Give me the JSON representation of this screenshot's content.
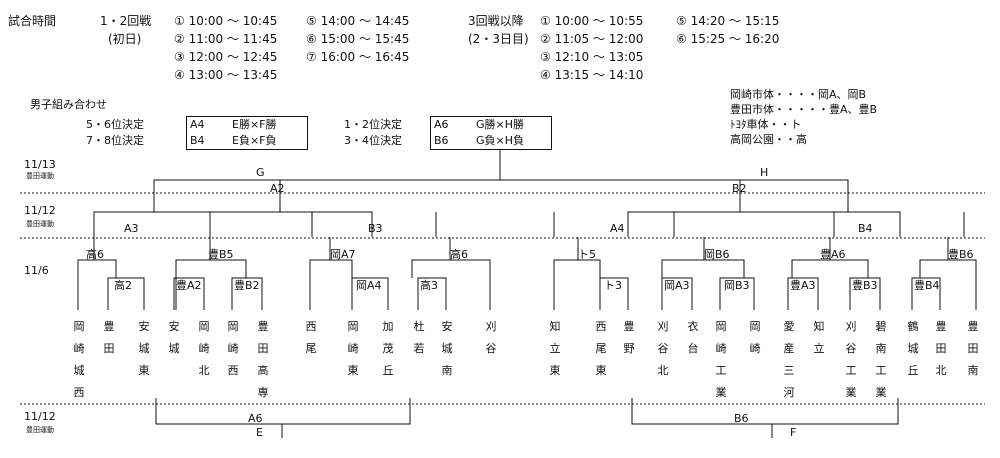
{
  "schedule": {
    "label": "試合時間",
    "r12_label": "1・2回戦",
    "r12_sub": "(初日)",
    "r12_times": [
      "① 10:00 ～ 10:45",
      "② 11:00 ～ 11:45",
      "③ 12:00 ～ 12:45",
      "④ 13:00 ～ 13:45",
      "⑤ 14:00 ～ 14:45",
      "⑥ 15:00 ～ 15:45",
      "⑦ 16:00 ～ 16:45"
    ],
    "r3_label": "3回戦以降",
    "r3_sub": "(2・3日目)",
    "r3_times": [
      "① 10:00 ～ 10:55",
      "② 11:05 ～ 12:00",
      "③ 12:10 ～ 13:05",
      "④ 13:15 ～ 14:10",
      "⑤ 14:20 ～ 15:15",
      "⑥ 15:25 ～ 16:20"
    ]
  },
  "venues": [
    "岡崎市体・・・・岡A、岡B",
    "豊田市体・・・・・豊A、豊B",
    "ﾄﾖﾀ車体・・ト",
    "高岡公園・・高"
  ],
  "men_label": "男子組み合わせ",
  "placement": {
    "p56_label": "5・6位決定",
    "p56_court": "A4",
    "p56_match": "E勝×F勝",
    "p78_label": "7・8位決定",
    "p78_court": "B4",
    "p78_match": "E負×F負",
    "p12_label": "1・2位決定",
    "p12_court": "A6",
    "p12_match": "G勝×H勝",
    "p34_label": "3・4位決定",
    "p34_court": "B6",
    "p34_match": "G負×H負"
  },
  "dates": {
    "d1113": "11/13",
    "d1113_sub": "豊田運動",
    "d1112": "11/12",
    "d1112_sub": "豊田運動",
    "d116": "11/6",
    "d1112b": "11/12",
    "d1112b_sub": "豊田運動"
  },
  "bracket": {
    "G": "G",
    "H": "H",
    "A2": "A2",
    "B2": "B2",
    "A3": "A3",
    "B3": "B3",
    "A4": "A4",
    "B4": "B4",
    "c1": "高6",
    "c2": "豊B5",
    "c3": "岡A7",
    "c4": "高6",
    "c5": "ト5",
    "c6": "岡B6",
    "c7": "豊A6",
    "c8": "豊B6",
    "s1": "高2",
    "s2": "豊A2",
    "s3": "豊B2",
    "s4": "岡A4",
    "s5": "高3",
    "s6": "ト3",
    "s7": "岡A3",
    "s8": "岡B3",
    "s9": "豊A3",
    "s10": "豊B3",
    "s11": "豊B4",
    "A6": "A6",
    "B6": "B6",
    "E": "E",
    "F": "F"
  },
  "teams": [
    "岡崎城西",
    "豊田",
    "安城東",
    "安城",
    "岡崎北",
    "岡崎西",
    "豊田高専",
    "西尾",
    "岡崎東",
    "加茂丘",
    "杜若",
    "安城南",
    "刈谷",
    "知立東",
    "西尾東",
    "豊野",
    "刈谷北",
    "衣台",
    "岡崎工業",
    "岡崎",
    "愛産三河",
    "知立",
    "刈谷工業",
    "碧南工業",
    "鶴城丘",
    "豊田北",
    "豊田南"
  ]
}
